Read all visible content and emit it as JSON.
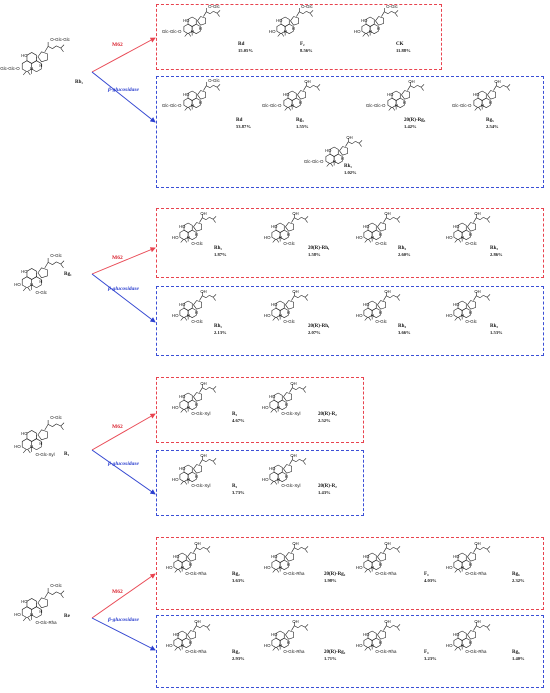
{
  "labels": {
    "m62": "M62",
    "bglu": "β-glucosidase",
    "glc_glc_o": "Glc-Glc-O",
    "ho": "HO",
    "oh": "OH",
    "h": "H",
    "o_glc": "O-Glc",
    "o_glc_glc": "O-Glc-Glc",
    "o_glc_xyl": "O-Glc-Xyl",
    "o_glc_rha": "O-Glc-Rha",
    "o_glc_top": "O-Glc"
  },
  "colors": {
    "red": "#e8434f",
    "blue": "#3b4fd6"
  },
  "substrates": [
    {
      "name": "Rb₁"
    },
    {
      "name": "Rg₁"
    },
    {
      "name": "R₁"
    },
    {
      "name": "Re"
    }
  ],
  "panels": [
    {
      "id": "rb1-m62",
      "products": [
        {
          "name": "Rd",
          "pct": "15.05%"
        },
        {
          "name": "F₂",
          "pct": "8.56%"
        },
        {
          "name": "CK",
          "pct": "11.88%"
        }
      ]
    },
    {
      "id": "rb1-bglu",
      "products": [
        {
          "name": "Rd",
          "pct": "53.87%"
        },
        {
          "name": "Rg₃",
          "pct": "1.55%"
        },
        {
          "name": "20(R)-Rg₃",
          "pct": "1.42%"
        },
        {
          "name": "Rg₅",
          "pct": "2.54%"
        },
        {
          "name": "Rk₁",
          "pct": "1.02%"
        }
      ]
    },
    {
      "id": "rg1-m62",
      "products": [
        {
          "name": "Rh₁",
          "pct": "1.87%"
        },
        {
          "name": "20(R)-Rh₁",
          "pct": "1.58%"
        },
        {
          "name": "Rh₄",
          "pct": "2.60%"
        },
        {
          "name": "Rk₃",
          "pct": "2.86%"
        }
      ]
    },
    {
      "id": "rg1-bglu",
      "products": [
        {
          "name": "Rh₁",
          "pct": "2.13%"
        },
        {
          "name": "20(R)-Rh₁",
          "pct": "2.07%"
        },
        {
          "name": "Rh₄",
          "pct": "3.66%"
        },
        {
          "name": "Rk₃",
          "pct": "1.53%"
        }
      ]
    },
    {
      "id": "r1-m62",
      "products": [
        {
          "name": "R₂",
          "pct": "4.67%"
        },
        {
          "name": "20(R)-R₂",
          "pct": "2.52%"
        }
      ]
    },
    {
      "id": "r1-bglu",
      "products": [
        {
          "name": "R₂",
          "pct": "3.73%"
        },
        {
          "name": "20(R)-R₂",
          "pct": "1.43%"
        }
      ]
    },
    {
      "id": "re-m62",
      "products": [
        {
          "name": "Rg₂",
          "pct": "3.63%"
        },
        {
          "name": "20(R)-Rg₂",
          "pct": "1.98%"
        },
        {
          "name": "F₄",
          "pct": "4.03%"
        },
        {
          "name": "Rg₆",
          "pct": "2.32%"
        }
      ]
    },
    {
      "id": "re-bglu",
      "products": [
        {
          "name": "Rg₂",
          "pct": "2.93%"
        },
        {
          "name": "20(R)-Rg₂",
          "pct": "1.71%"
        },
        {
          "name": "F₄",
          "pct": "3.23%"
        },
        {
          "name": "Rg₆",
          "pct": "1.40%"
        }
      ]
    }
  ]
}
